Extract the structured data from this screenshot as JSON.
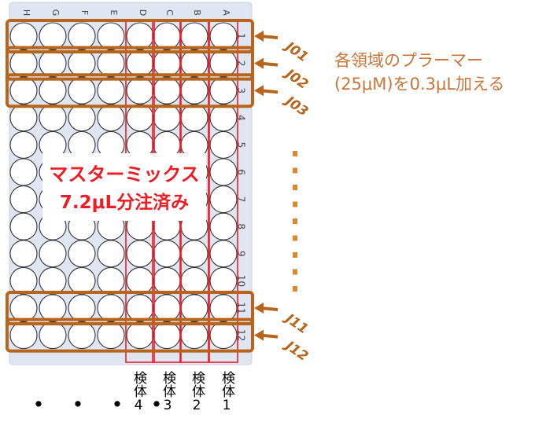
{
  "plate": {
    "column_labels": [
      "H",
      "G",
      "F",
      "E",
      "D",
      "C",
      "B",
      "A"
    ],
    "row_labels": [
      "1",
      "2",
      "3",
      "4",
      "5",
      "6",
      "7",
      "8",
      "9",
      "10",
      "11",
      "12"
    ]
  },
  "mastermix": {
    "line1": "マスターミックス",
    "line2": "7.2μL分注済み"
  },
  "row_tags": [
    {
      "label": "J01",
      "row": 1
    },
    {
      "label": "J02",
      "row": 2
    },
    {
      "label": "J03",
      "row": 3
    },
    {
      "label": "J11",
      "row": 11
    },
    {
      "label": "J12",
      "row": 12
    }
  ],
  "instruction": {
    "line1": "各領域のプラーマー",
    "line2": "(25μM)を0.3μL加える"
  },
  "samples": [
    "検体1",
    "検体2",
    "検体3",
    "検体4"
  ],
  "ellipsis_bottom": "・・・・",
  "colors": {
    "orange": "#b8651b",
    "red": "#ee1c25",
    "plate_bg": "#dfe6f2",
    "note": "#c8753a"
  }
}
